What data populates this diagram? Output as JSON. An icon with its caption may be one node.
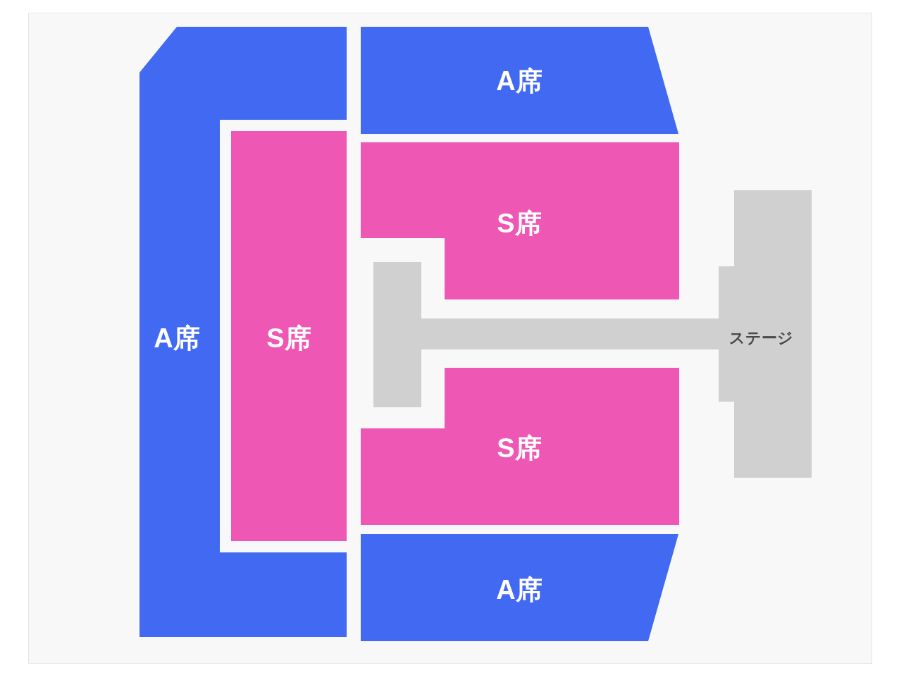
{
  "diagram": {
    "nodes": [
      {
        "text": [
          "A席"
        ]
      },
      {
        "text": [
          "S席"
        ]
      },
      {
        "text": [
          "A席"
        ]
      },
      {
        "text": [
          "S席"
        ]
      },
      {
        "text": [
          "S席"
        ]
      },
      {
        "text": [
          "A席"
        ]
      },
      {
        "text": [
          "ステージ"
        ]
      }
    ]
  }
}
